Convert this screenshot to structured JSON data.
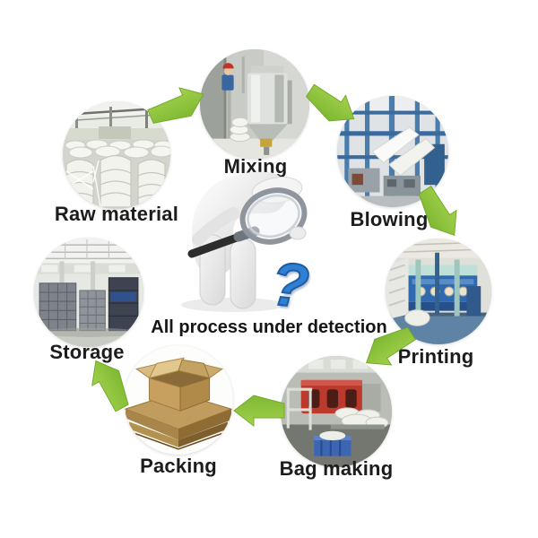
{
  "diagram": {
    "caption": "All process under detection",
    "question_mark": "?",
    "steps": [
      {
        "id": "raw-material",
        "label": "Raw material"
      },
      {
        "id": "mixing",
        "label": "Mixing"
      },
      {
        "id": "blowing",
        "label": "Blowing"
      },
      {
        "id": "printing",
        "label": "Printing"
      },
      {
        "id": "bag-making",
        "label": "Bag making"
      },
      {
        "id": "packing",
        "label": "Packing"
      },
      {
        "id": "storage",
        "label": "Storage"
      }
    ],
    "connections": [
      {
        "from": "raw-material",
        "to": "mixing"
      },
      {
        "from": "mixing",
        "to": "blowing"
      },
      {
        "from": "blowing",
        "to": "printing"
      },
      {
        "from": "printing",
        "to": "bag-making"
      },
      {
        "from": "bag-making",
        "to": "packing"
      },
      {
        "from": "packing",
        "to": "storage"
      }
    ],
    "colors": {
      "arrow_green": "#8dc63f",
      "question_blue": "#2f80d4",
      "text": "#1c1c1c",
      "background": "#ffffff"
    }
  }
}
